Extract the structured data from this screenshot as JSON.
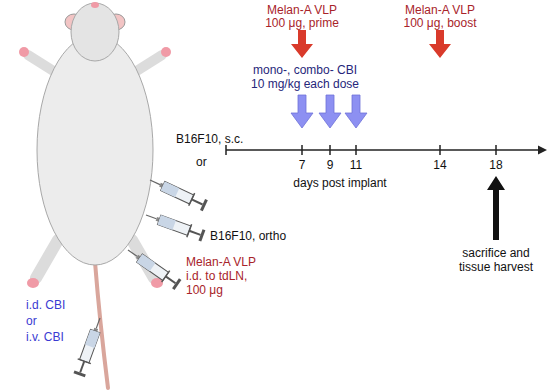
{
  "diagram": {
    "labels": [
      "Melan-A VLP",
      "100 μg, prime",
      "Melan-A VLP",
      "100 μg, boost",
      "mono-, combo- CBI",
      "10 mg/kg each dose",
      "B16F10, s.c.",
      "or",
      "B16F10, ortho",
      "7",
      "9",
      "11",
      "14",
      "18",
      "days post implant",
      "Melan-A VLP",
      "i.d. to tdLN,",
      "100 μg",
      "i.d. CBI",
      "or",
      "i.v. CBI",
      "sacrifice and",
      "tissue harvest"
    ]
  }
}
